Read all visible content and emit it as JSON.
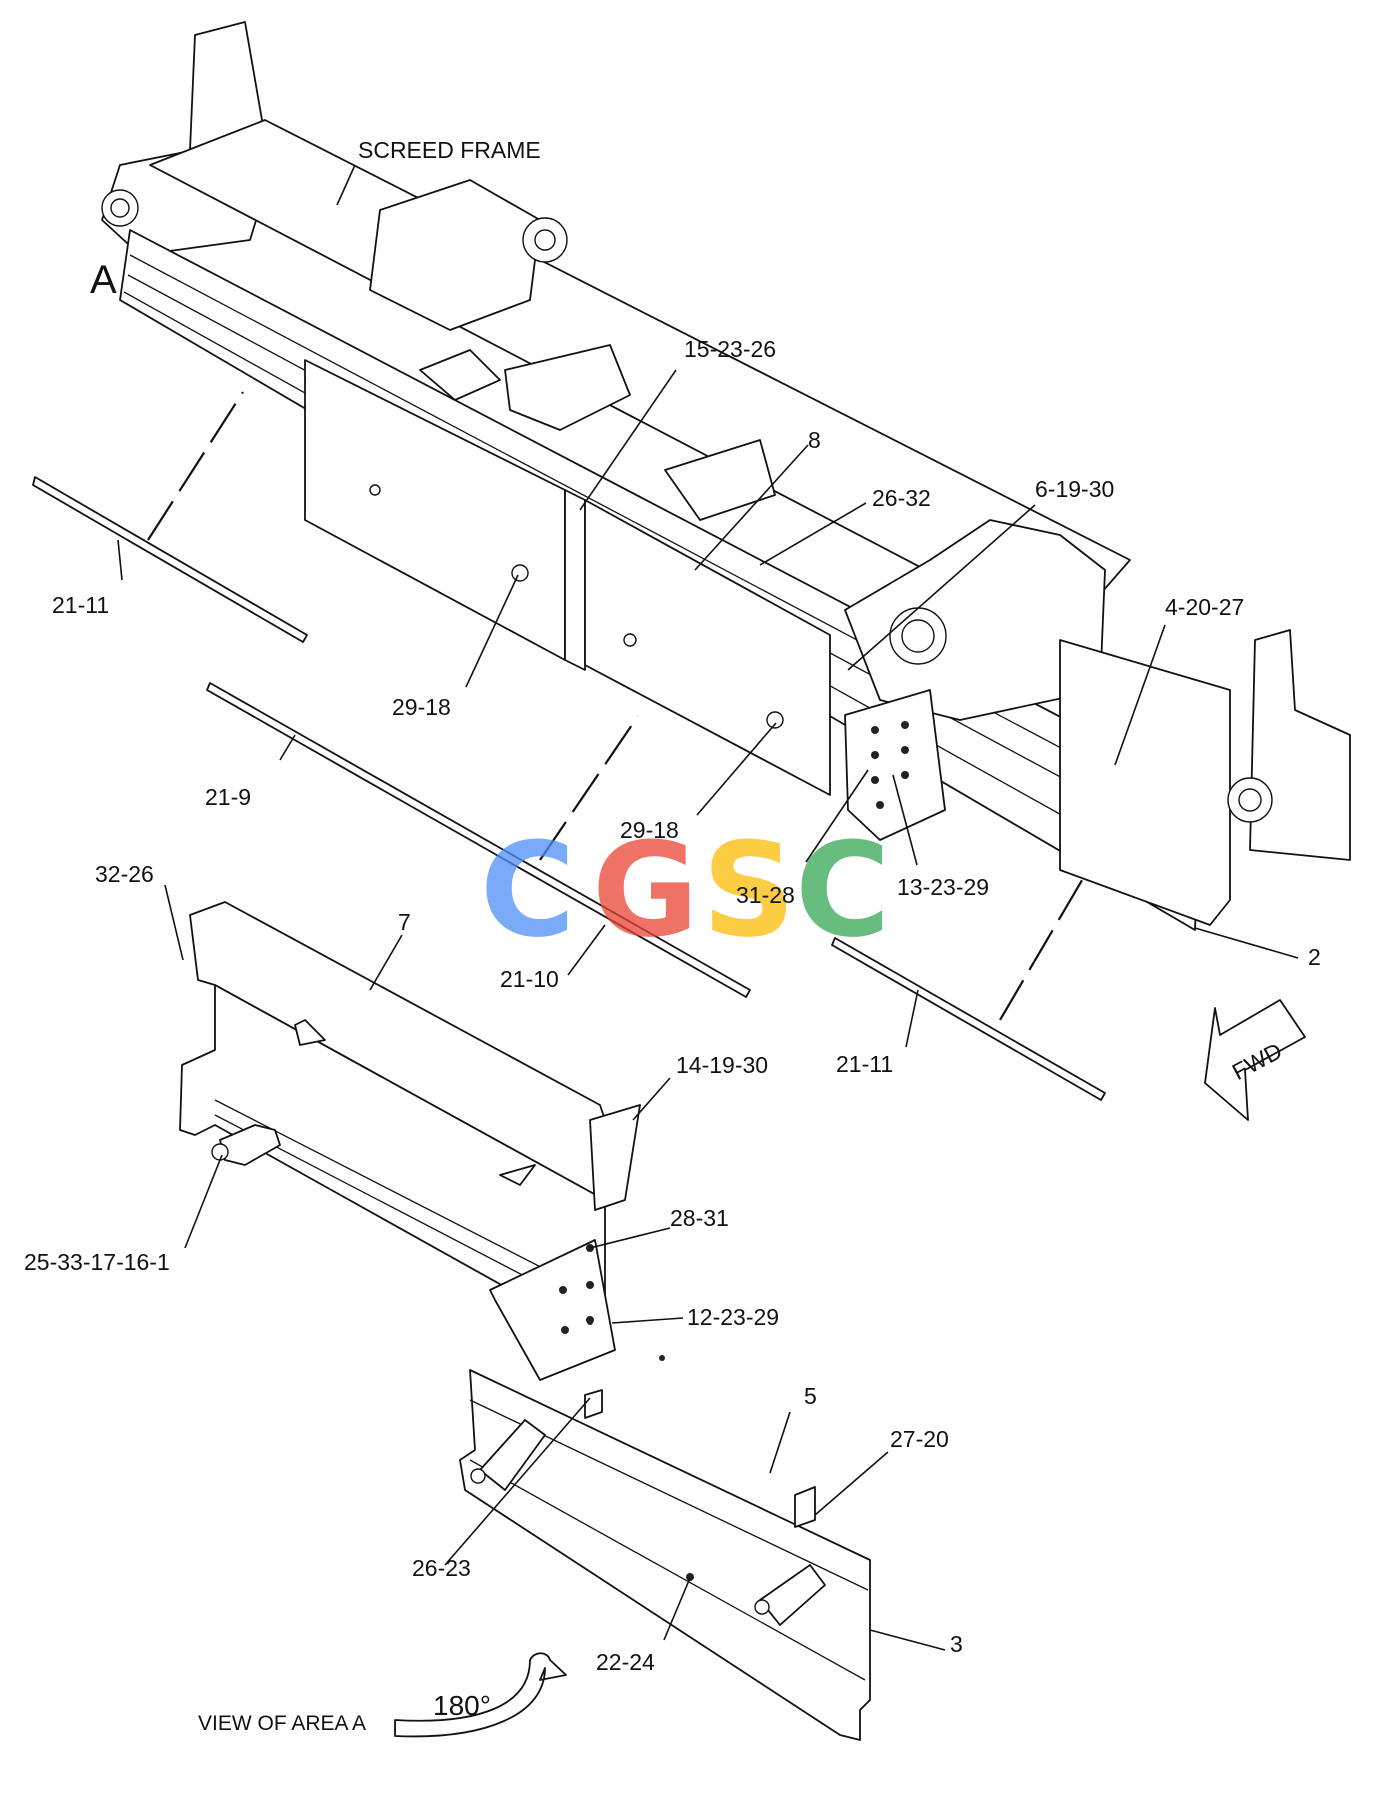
{
  "diagram": {
    "view_letter": "A",
    "view_caption": "VIEW OF AREA A",
    "rotation_label": "180°",
    "forward_label": "FWD",
    "frame_label": "SCREED FRAME",
    "callouts": [
      "15-23-26",
      "8",
      "26-32",
      "6-19-30",
      "4-20-27",
      "21-11",
      "29-18",
      "21-9",
      "29-18",
      "31-28",
      "13-23-29",
      "2",
      "32-26",
      "7",
      "21-10",
      "21-11",
      "14-19-30",
      "25-33-17-16-1",
      "28-31",
      "12-23-29",
      "5",
      "27-20",
      "26-23",
      "3",
      "22-24"
    ]
  },
  "watermark": {
    "letters": [
      "C",
      "G",
      "S",
      "C"
    ],
    "colors": [
      "#4F8EF7",
      "#EA4335",
      "#FBBC05",
      "#34A853"
    ]
  }
}
